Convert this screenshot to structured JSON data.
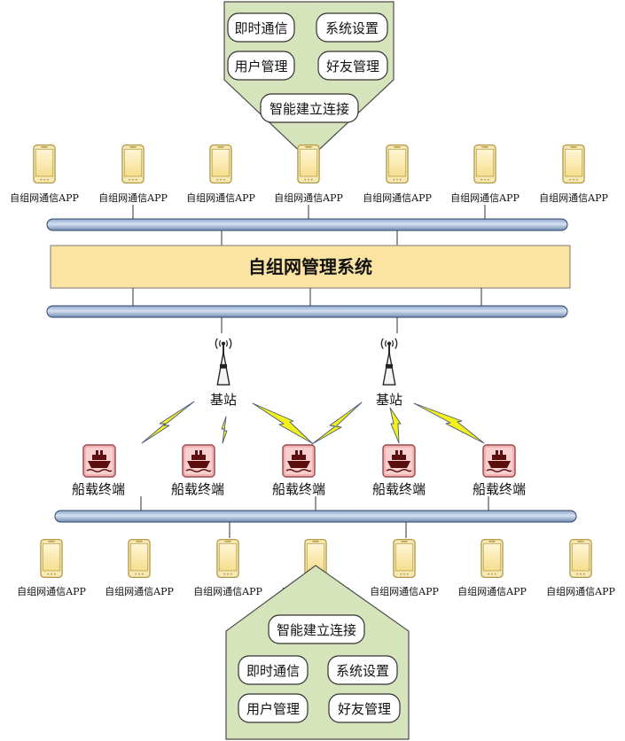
{
  "top_panel": {
    "items": [
      "即时通信",
      "系统设置",
      "用户管理",
      "好友管理"
    ],
    "connect": "智能建立连接"
  },
  "bottom_panel": {
    "items": [
      "即时通信",
      "系统设置",
      "用户管理",
      "好友管理"
    ],
    "connect": "智能建立连接"
  },
  "app_label": "自组网通信APP",
  "system_title": "自组网管理系统",
  "base_station_label": "基站",
  "terminal_label": "船载终端",
  "colors": {
    "panel_fill": "#d6e4bc",
    "bus_fill": "#b7cbe6",
    "system_fill": "#fbe3a2",
    "phone_body": "#f6e9b5",
    "ship_bg": "#f1b3b3",
    "ship_dark": "#5b0f0f",
    "lightning": "#f3f01a"
  }
}
